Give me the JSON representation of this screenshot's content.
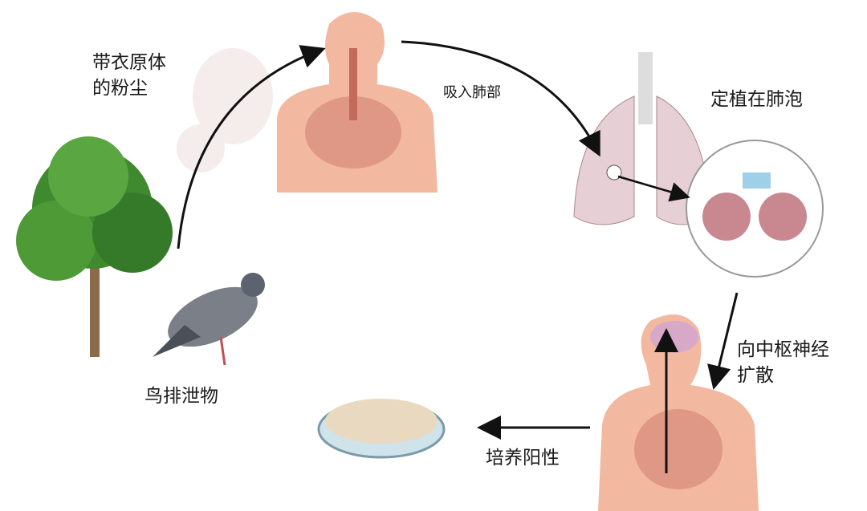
{
  "labels": {
    "dust_line1": "带衣原体",
    "dust_line2": "的粉尘",
    "inhale": "吸入肺部",
    "colonize": "定植在肺泡",
    "spread_line1": "向中枢神经",
    "spread_line2": "扩散",
    "culture": "培养阳性",
    "droppings": "鸟排泄物"
  },
  "colors": {
    "skin": "#f2b8a0",
    "lung": "#d98a7a",
    "arrow": "#111111",
    "tree": "#3f8a2f",
    "pigeon": "#7a7f88"
  }
}
